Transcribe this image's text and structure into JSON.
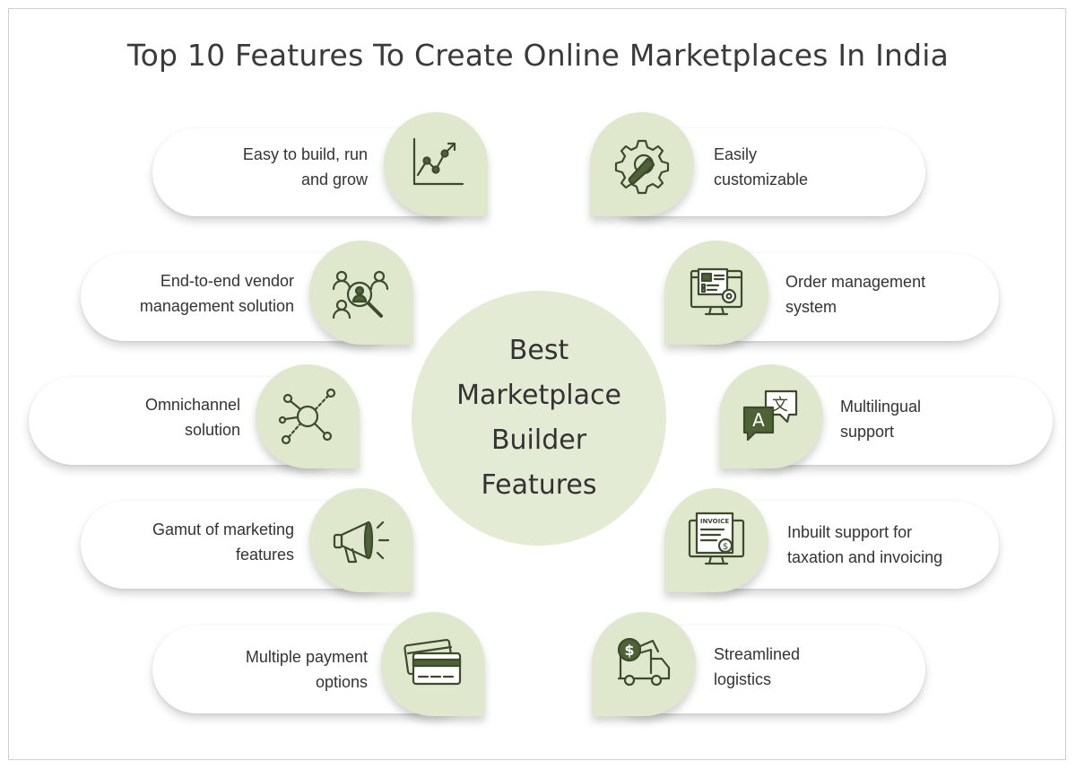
{
  "title": "Top 10 Features To Create Online Marketplaces In India",
  "center": {
    "line1": "Best",
    "line2": "Marketplace",
    "line3": "Builder",
    "line4": "Features"
  },
  "features": [
    {
      "line1": "Easy to build, run",
      "line2": "and grow",
      "icon": "growth-chart-icon"
    },
    {
      "line1": "Easily",
      "line2": "customizable",
      "icon": "gear-wrench-icon"
    },
    {
      "line1": "End-to-end vendor",
      "line2": "management solution",
      "icon": "vendor-search-icon"
    },
    {
      "line1": "Order management",
      "line2": "system",
      "icon": "order-screen-icon"
    },
    {
      "line1": "Omnichannel",
      "line2": "solution",
      "icon": "network-hub-icon"
    },
    {
      "line1": "Multilingual",
      "line2": "support",
      "icon": "translate-chat-icon"
    },
    {
      "line1": "Gamut of marketing",
      "line2": "features",
      "icon": "megaphone-icon"
    },
    {
      "line1": "Inbuilt support for",
      "line2": "taxation and invoicing",
      "icon": "invoice-monitor-icon",
      "badge": "INVOICE"
    },
    {
      "line1": "Multiple payment",
      "line2": "options",
      "icon": "credit-card-icon"
    },
    {
      "line1": "Streamlined",
      "line2": "logistics",
      "icon": "delivery-truck-icon"
    }
  ],
  "colors": {
    "tile": "#dfe8cc",
    "center": "#e3ebd4",
    "icon": "#3d4a2e",
    "text": "#333333"
  }
}
